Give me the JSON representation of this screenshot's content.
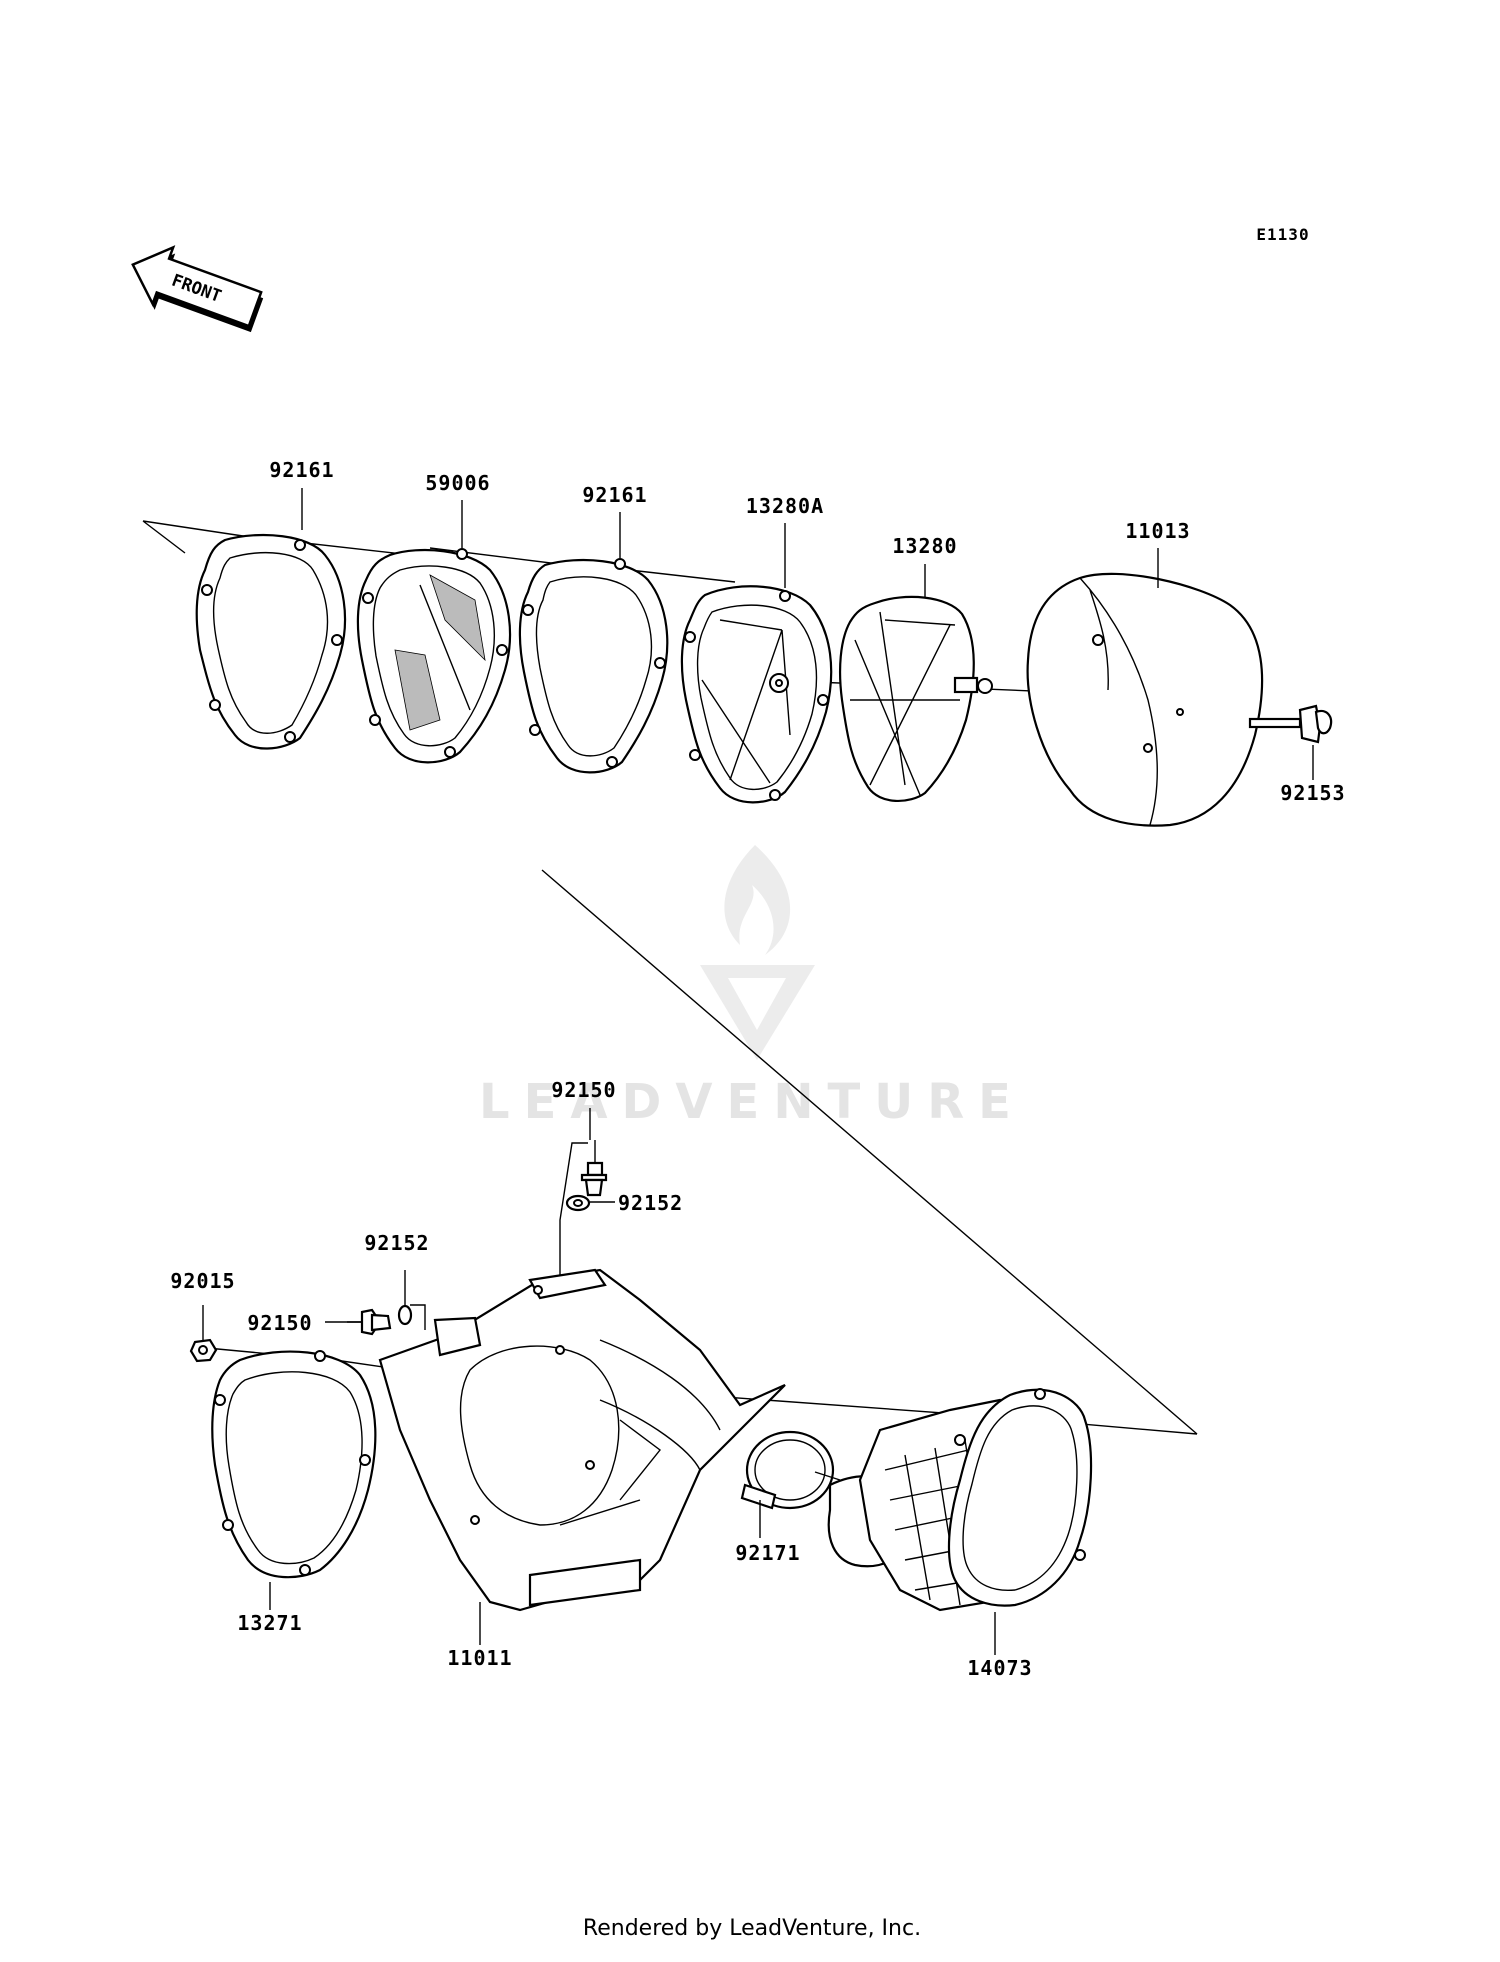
{
  "diagram": {
    "code": "E1130",
    "front_label": "FRONT",
    "watermark": "LEADVENTURE",
    "footer": "Rendered by LeadVenture, Inc.",
    "parts": [
      {
        "id": "p1",
        "number": "92161"
      },
      {
        "id": "p2",
        "number": "59006"
      },
      {
        "id": "p3",
        "number": "92161"
      },
      {
        "id": "p4",
        "number": "13280A"
      },
      {
        "id": "p5",
        "number": "13280"
      },
      {
        "id": "p6",
        "number": "11013"
      },
      {
        "id": "p7",
        "number": "92153"
      },
      {
        "id": "p8",
        "number": "92150"
      },
      {
        "id": "p9",
        "number": "92152"
      },
      {
        "id": "p10",
        "number": "92152"
      },
      {
        "id": "p11",
        "number": "92015"
      },
      {
        "id": "p12",
        "number": "92150"
      },
      {
        "id": "p13",
        "number": "13271"
      },
      {
        "id": "p14",
        "number": "11011"
      },
      {
        "id": "p15",
        "number": "92171"
      },
      {
        "id": "p16",
        "number": "14073"
      }
    ]
  }
}
